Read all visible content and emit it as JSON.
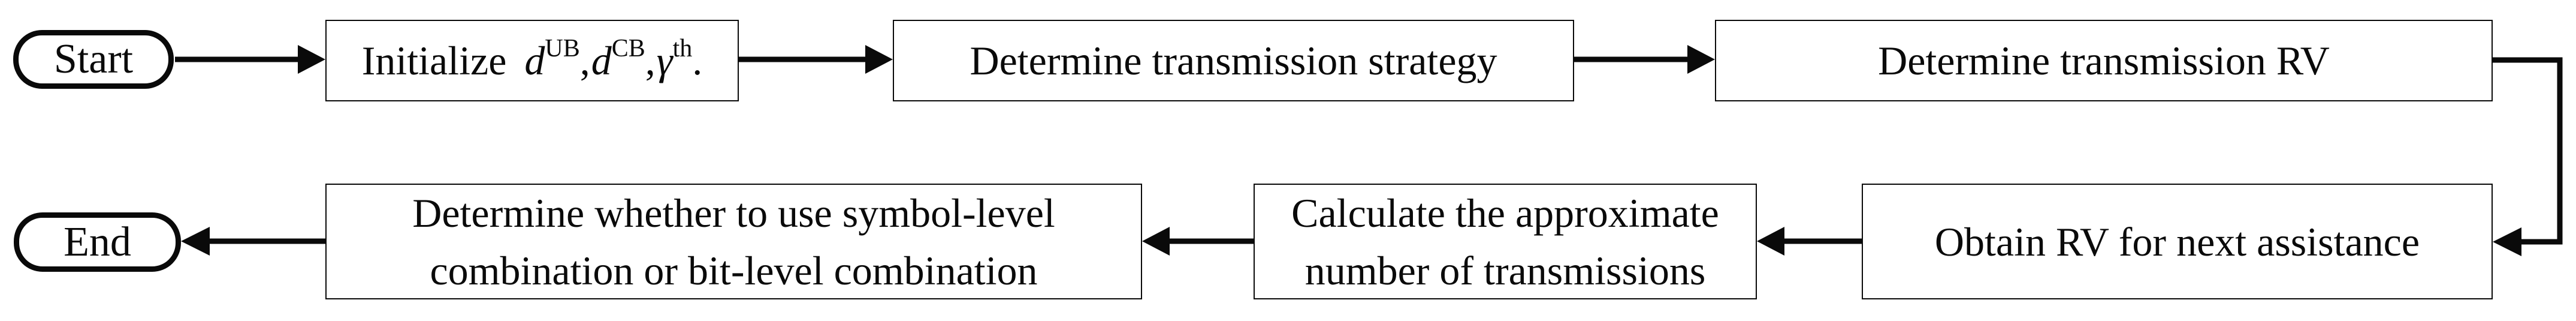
{
  "diagram": {
    "title": "HARQ transmission flowchart",
    "background_color": "#ffffff",
    "line_color": "#0a0a0a",
    "nodes": {
      "start": {
        "label": "Start",
        "type": "terminal"
      },
      "initialize": {
        "type": "process",
        "prefix": "Initialize",
        "var1": "d",
        "sup1": "UB",
        "sep1": ",",
        "var2": "d",
        "sup2": "CB",
        "sep2": ",",
        "var3": "γ",
        "sup3": "th",
        "suffix": "."
      },
      "strategy": {
        "label": "Determine transmission strategy",
        "type": "process"
      },
      "transmission_rv": {
        "label": "Determine transmission RV",
        "type": "process"
      },
      "obtain_rv": {
        "label": "Obtain RV for next assistance",
        "type": "process"
      },
      "calculate": {
        "type": "process",
        "line1": "Calculate the approximate",
        "line2": "number of transmissions"
      },
      "combination": {
        "type": "process",
        "line1": "Determine whether to use symbol-level",
        "line2": "combination or bit-level combination"
      },
      "end": {
        "label": "End",
        "type": "terminal"
      }
    },
    "edges": [
      {
        "from": "Start",
        "to": "Initialize d UB, d CB, γ th."
      },
      {
        "from": "Initialize d UB, d CB, γ th.",
        "to": "Determine transmission strategy"
      },
      {
        "from": "Determine transmission strategy",
        "to": "Determine transmission RV"
      },
      {
        "from": "Determine transmission RV",
        "to": "Obtain RV for next assistance"
      },
      {
        "from": "Obtain RV for next assistance",
        "to": "Calculate the approximate number of transmissions"
      },
      {
        "from": "Calculate the approximate number of transmissions",
        "to": "Determine whether to use symbol-level combination or bit-level combination"
      },
      {
        "from": "Determine whether to use symbol-level combination or bit-level combination",
        "to": "End"
      }
    ]
  }
}
